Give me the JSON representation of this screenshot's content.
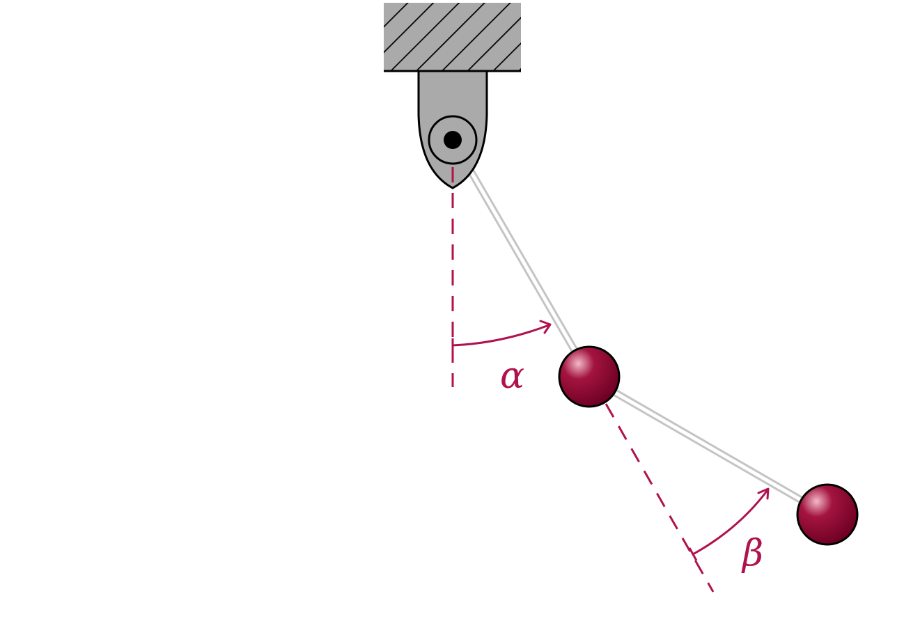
{
  "diagram": {
    "labels": {
      "alpha": "α",
      "beta": "β"
    },
    "colors": {
      "accent": "#b0124e",
      "mount_fill": "#aaaaaa",
      "outline": "#000000",
      "rod": "#c4c4c4",
      "bob_dark": "#6e0024",
      "bob_mid": "#a3143f",
      "bob_light": "#f3b9c9"
    },
    "angles_deg": {
      "alpha": 30,
      "beta": 30
    }
  }
}
